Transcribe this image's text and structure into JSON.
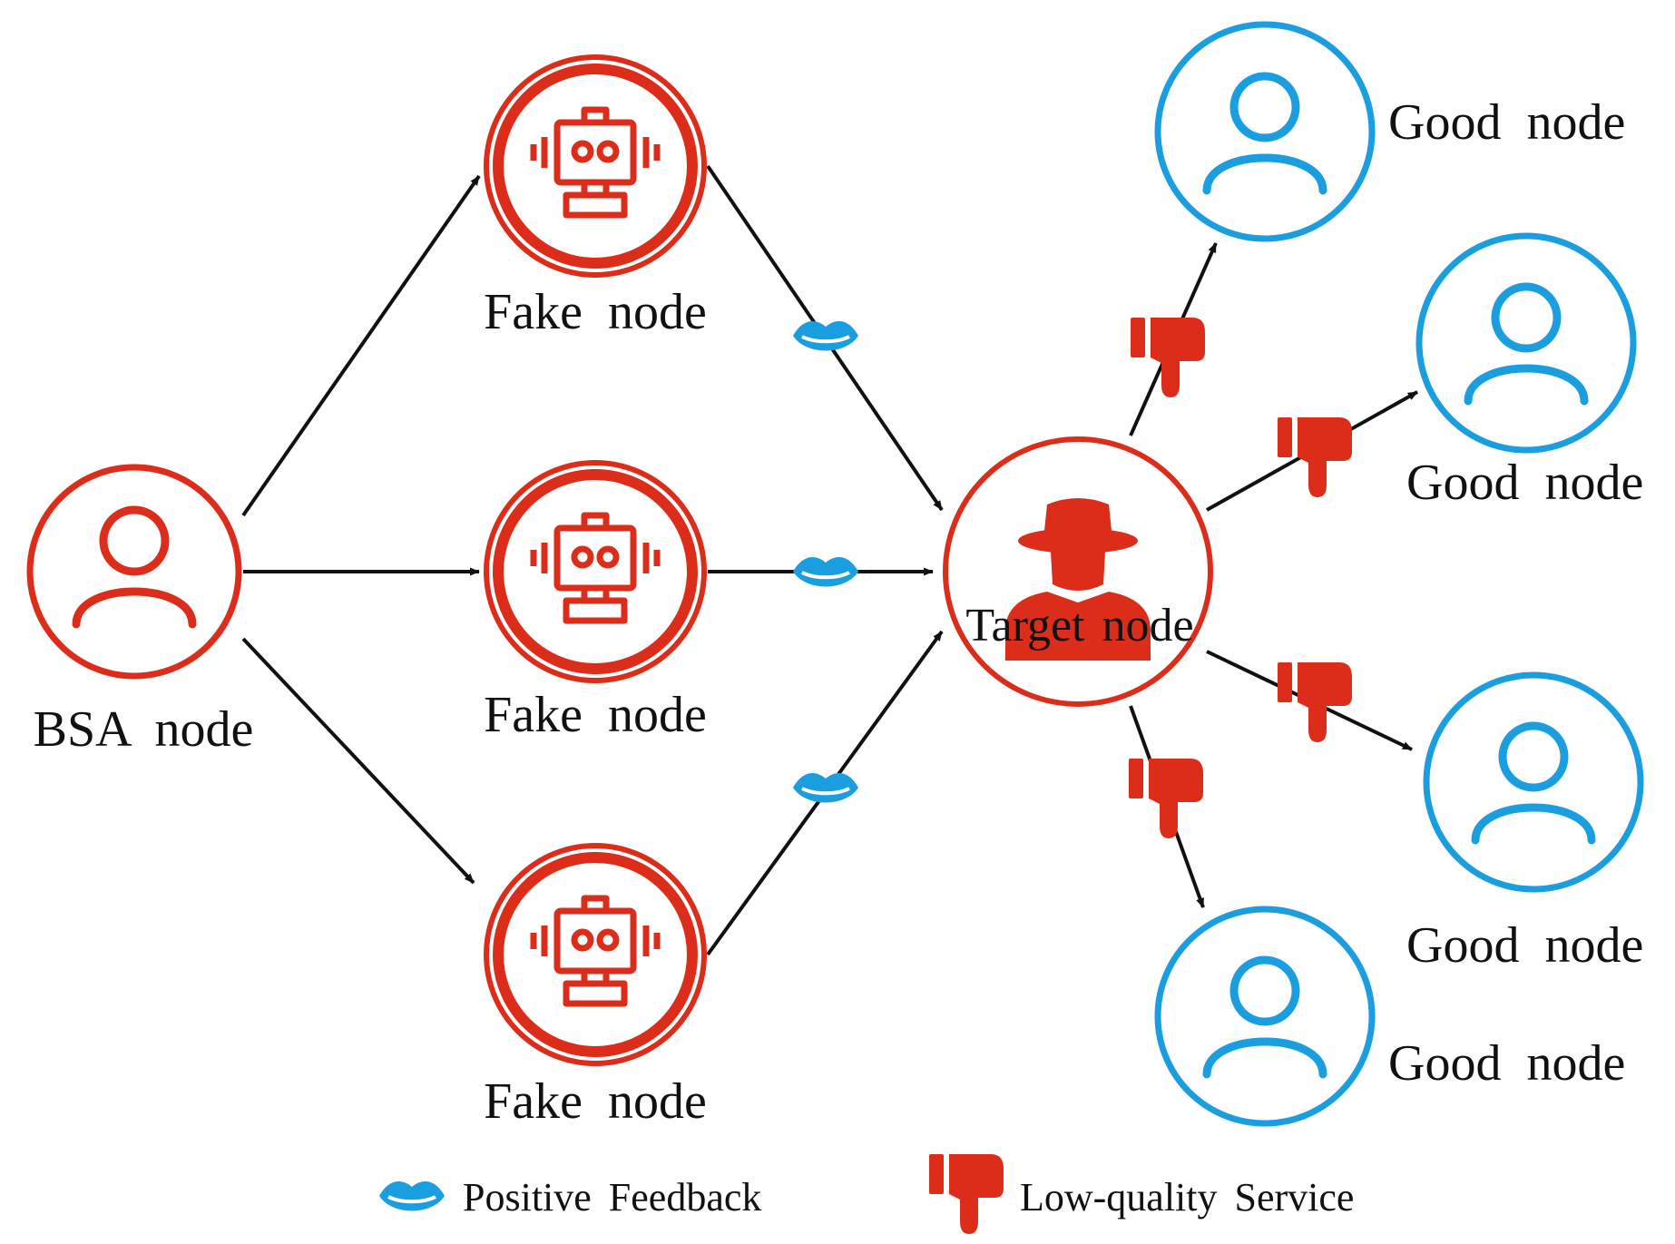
{
  "colors": {
    "attacker_red": "#dc2d1b",
    "good_blue": "#1a9ee0",
    "edge_black": "#111111",
    "background": "#ffffff"
  },
  "icons": {
    "bsa": "person-outline-icon",
    "fake": "robot-icon",
    "target": "spy-with-hat-icon",
    "good": "person-outline-icon",
    "positive_feedback": "lips-icon",
    "low_quality_service": "thumbs-down-icon"
  },
  "nodes": {
    "bsa": {
      "label": "BSA node"
    },
    "fake": [
      {
        "label": "Fake node"
      },
      {
        "label": "Fake node"
      },
      {
        "label": "Fake node"
      }
    ],
    "target": {
      "label": "Target node"
    },
    "good": [
      {
        "label": "Good node"
      },
      {
        "label": "Good node"
      },
      {
        "label": "Good node"
      },
      {
        "label": "Good node"
      }
    ]
  },
  "legend": {
    "positive_feedback": "Positive Feedback",
    "low_quality_service": "Low-quality Service"
  }
}
